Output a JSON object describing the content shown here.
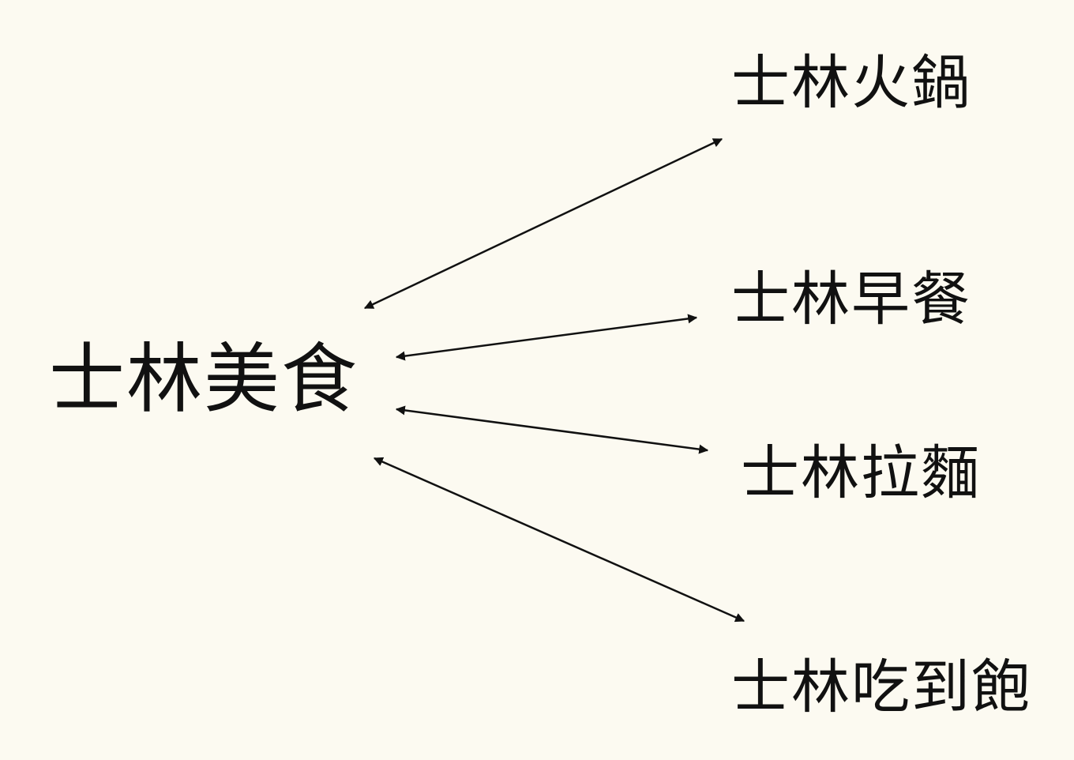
{
  "diagram": {
    "center": {
      "label": "士林美食"
    },
    "branches": [
      {
        "label": "士林火鍋"
      },
      {
        "label": "士林早餐"
      },
      {
        "label": "士林拉麵"
      },
      {
        "label": "士林吃到飽"
      }
    ],
    "connector_style": "double-headed arrow",
    "colors": {
      "background": "#fcfaf1",
      "text": "#111111",
      "arrow": "#111111"
    }
  }
}
